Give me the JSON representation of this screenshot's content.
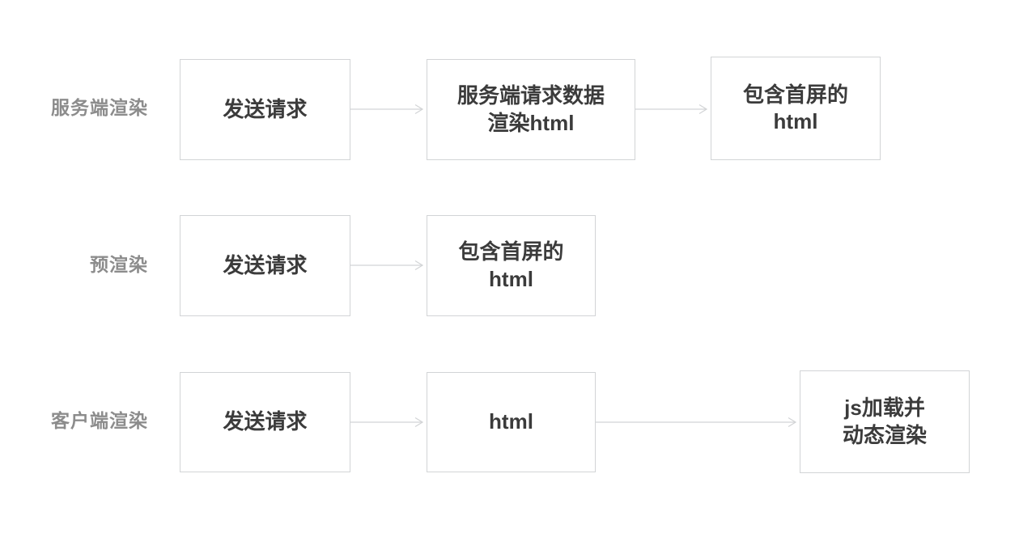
{
  "diagram": {
    "title": "Rendering strategies comparison flow diagram",
    "line_color": "#d2d4d6",
    "label_color": "#8c8c8c",
    "node_text_color": "#3b3b3b",
    "rows": [
      {
        "id": "server-side-rendering",
        "label": "服务端渲染",
        "nodes": [
          {
            "id": "ssr-send-request",
            "text": "发送请求"
          },
          {
            "id": "ssr-server-fetch-render",
            "text": "服务端请求数据\n渲染html"
          },
          {
            "id": "ssr-html-with-first-screen",
            "text": "包含首屏的\nhtml"
          }
        ],
        "arrows": [
          {
            "id": "ssr-arrow-1",
            "from": "ssr-send-request",
            "to": "ssr-server-fetch-render"
          },
          {
            "id": "ssr-arrow-2",
            "from": "ssr-server-fetch-render",
            "to": "ssr-html-with-first-screen"
          }
        ]
      },
      {
        "id": "prerendering",
        "label": "预渲染",
        "nodes": [
          {
            "id": "pre-send-request",
            "text": "发送请求"
          },
          {
            "id": "pre-html-with-first-screen",
            "text": "包含首屏的\nhtml"
          }
        ],
        "arrows": [
          {
            "id": "pre-arrow-1",
            "from": "pre-send-request",
            "to": "pre-html-with-first-screen"
          }
        ]
      },
      {
        "id": "client-side-rendering",
        "label": "客户端渲染",
        "nodes": [
          {
            "id": "csr-send-request",
            "text": "发送请求"
          },
          {
            "id": "csr-html",
            "text": "html"
          },
          {
            "id": "csr-js-load-dynamic-render",
            "text": "js加载并\n动态渲染"
          }
        ],
        "arrows": [
          {
            "id": "csr-arrow-1",
            "from": "csr-send-request",
            "to": "csr-html"
          },
          {
            "id": "csr-arrow-2",
            "from": "csr-html",
            "to": "csr-js-load-dynamic-render"
          }
        ]
      }
    ]
  }
}
